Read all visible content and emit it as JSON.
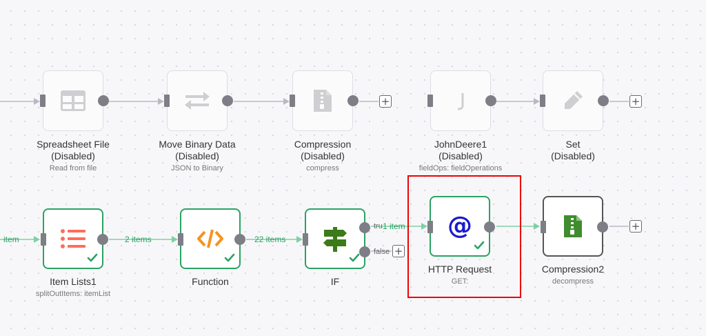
{
  "nodes": {
    "spreadsheet_file": {
      "title": "Spreadsheet File",
      "status": "(Disabled)",
      "subtitle": "Read from file",
      "icon": "table-icon"
    },
    "move_binary_data": {
      "title": "Move Binary Data",
      "status": "(Disabled)",
      "subtitle": "JSON to Binary",
      "icon": "arrows-exchange-icon"
    },
    "compression": {
      "title": "Compression",
      "status": "(Disabled)",
      "subtitle": "compress",
      "icon": "zip-file-icon"
    },
    "johndeere1": {
      "title": "JohnDeere1",
      "status": "(Disabled)",
      "subtitle": "fieldOps: fieldOperations",
      "icon": "johndeere-icon"
    },
    "set": {
      "title": "Set",
      "status": "(Disabled)",
      "icon": "pencil-icon"
    },
    "item_lists1": {
      "title": "Item Lists1",
      "subtitle": "splitOutItems: itemList",
      "icon": "list-icon"
    },
    "function": {
      "title": "Function",
      "icon": "code-icon"
    },
    "if": {
      "title": "IF",
      "icon": "signpost-icon",
      "branch_true": "tru",
      "branch_false": "false"
    },
    "http_request": {
      "title": "HTTP Request",
      "subtitle": "GET:",
      "icon": "at-icon"
    },
    "compression2": {
      "title": "Compression2",
      "subtitle": "decompress",
      "icon": "zip-file-icon"
    }
  },
  "edges": {
    "into_item_lists": "item",
    "item_lists_to_function": "2 items",
    "function_to_if": "22 items",
    "if_to_http": "1 item"
  },
  "add_symbol": "+",
  "colors": {
    "success": "#29a362",
    "disabled_line": "#b9b9c3",
    "port": "#7e7e86",
    "selection": "#e00000",
    "list_icon": "#ff6d5a",
    "code_icon": "#f7931e",
    "signpost_icon": "#3d7a1a",
    "at_icon": "#1b1bcc",
    "zip_icon": "#3f8d2e"
  }
}
